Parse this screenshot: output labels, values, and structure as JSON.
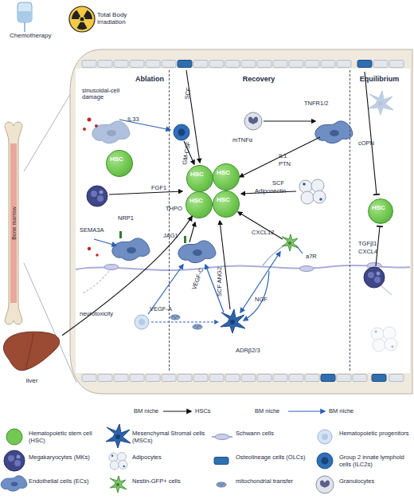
{
  "diagram": {
    "nodes": [
      {
        "text": [
          "Chemotherapy"
        ]
      },
      {
        "text": [
          "Total Body Irradiation"
        ]
      },
      {
        "text": [
          "Bone marrow"
        ]
      },
      {
        "text": [
          "Ablation"
        ]
      },
      {
        "text": [
          "HSC"
        ],
        "in": 3
      },
      {
        "text": [
          "Recovery"
        ]
      },
      {
        "text": [
          "HSC"
        ],
        "in": 5
      },
      {
        "text": [
          "HSC"
        ],
        "in": 5
      },
      {
        "text": [
          "HSC"
        ],
        "in": 5
      },
      {
        "text": [
          "HSC"
        ],
        "in": 5
      },
      {
        "text": [
          "Equilibrium"
        ]
      },
      {
        "text": [
          "HSC"
        ],
        "in": 10
      },
      {
        "text": [
          "liver"
        ]
      }
    ],
    "edges": [
      {
        "from": 12,
        "to": 8,
        "arrow": "to",
        "label": "THPO"
      }
    ],
    "labels": [
      "sinusoidal-cell damage",
      "IL33",
      "GM-CSF",
      "SCF",
      "mTNFα",
      "TNFR1/2",
      "IL1",
      "PTN",
      "FGF1",
      "SEMA3A",
      "NRP1",
      "JAG1",
      "SCF",
      "Adiponectin",
      "CXCL12",
      "a7R",
      "SCF ANG2",
      "VEGF-C",
      "VEGF-A",
      "NGF",
      "ADRβ2/3",
      "neurotoxicity",
      "cOPN",
      "TGFβ1",
      "CXCL4",
      "BM niche",
      "HSCs",
      "BM niche",
      "BM niche"
    ],
    "legend": [
      {
        "text": "Hematopoietic stem cell (HSC)"
      },
      {
        "text": "Mesenchymal Stromal cells (MSCs)"
      },
      {
        "text": "Schwann cells"
      },
      {
        "text": "Hematopoietic progenitors"
      },
      {
        "text": "Megakaryocytes (MKs)"
      },
      {
        "text": "Adipocytes"
      },
      {
        "text": "Osteolineage cells (OLCs)"
      },
      {
        "text": "Group 2 innate lymphoid cells (ILC2s)"
      },
      {
        "text": "Endothelial cells (ECs)"
      },
      {
        "text": "Nestin-GFP+ cells"
      },
      {
        "text": "mitochondrial transfer"
      },
      {
        "text": "Granulocytes"
      }
    ]
  }
}
